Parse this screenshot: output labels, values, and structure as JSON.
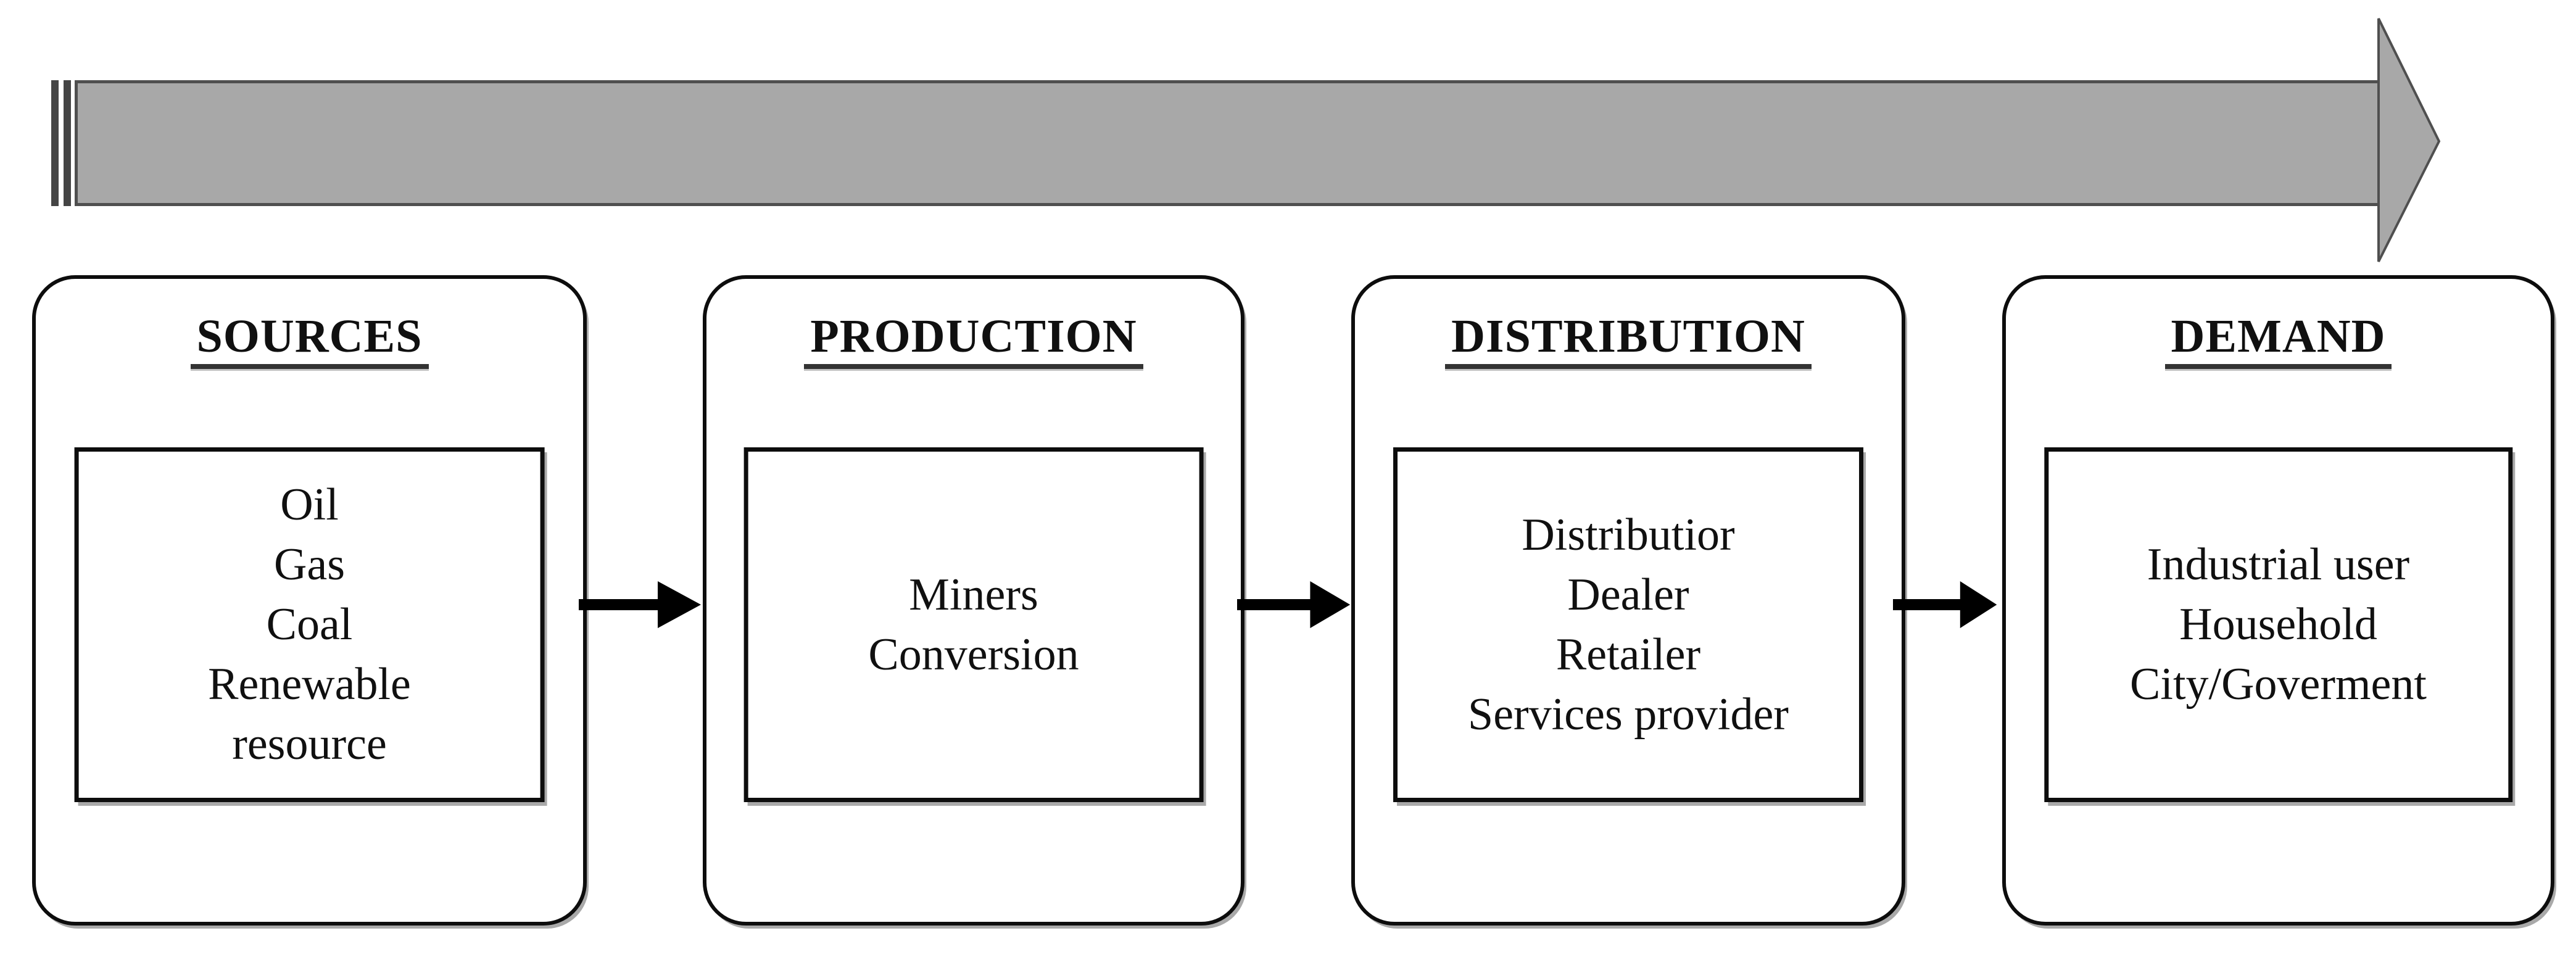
{
  "flow_arrow": {
    "direction": "left-to-right",
    "tail_line_count": 2
  },
  "stages": [
    {
      "title": "SOURCES",
      "lines": [
        "Oil",
        "Gas",
        "Coal",
        "Renewable",
        "resource"
      ]
    },
    {
      "title": "PRODUCTION",
      "lines": [
        "Miners",
        "Conversion"
      ]
    },
    {
      "title": "DISTRIBUTION",
      "lines": [
        "Distributior",
        "Dealer",
        "Retailer",
        "Services provider"
      ]
    },
    {
      "title": "DEMAND",
      "lines": [
        "Industrial user",
        "Household",
        "City/Goverment"
      ]
    }
  ],
  "colors": {
    "arrow_fill": "#a8a8a8",
    "arrow_border": "#4f4f4f",
    "arrow_tail": "#454545",
    "connector": "#000000",
    "box_border": "#0d0d0d",
    "text": "#101010"
  }
}
